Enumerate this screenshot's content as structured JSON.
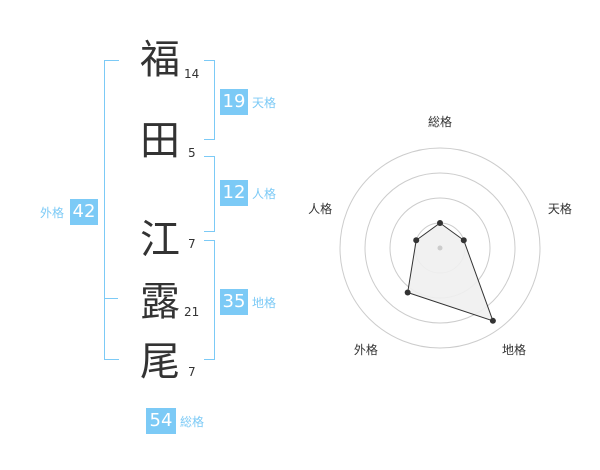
{
  "name": {
    "chars": [
      {
        "char": "福",
        "strokes": "14"
      },
      {
        "char": "田",
        "strokes": "5"
      },
      {
        "char": "江",
        "strokes": "7"
      },
      {
        "char": "露",
        "strokes": "21"
      },
      {
        "char": "尾",
        "strokes": "7"
      }
    ]
  },
  "kaku": {
    "tenkaku": {
      "value": "19",
      "label": "天格"
    },
    "jinkaku": {
      "value": "12",
      "label": "人格"
    },
    "chikaku": {
      "value": "35",
      "label": "地格"
    },
    "gaikaku": {
      "value": "42",
      "label": "外格"
    },
    "soukaku": {
      "value": "54",
      "label": "総格"
    }
  },
  "colors": {
    "accent": "#7ccaf6",
    "text": "#333333",
    "ring": "#cccccc",
    "fill": "#f0f0f0",
    "line": "#333333"
  },
  "chart_data": {
    "type": "radar",
    "axes": [
      "総格",
      "天格",
      "地格",
      "外格",
      "人格"
    ],
    "values": [
      0.25,
      0.25,
      0.9,
      0.55,
      0.25
    ],
    "scale": [
      0,
      1
    ],
    "rings": 4
  }
}
